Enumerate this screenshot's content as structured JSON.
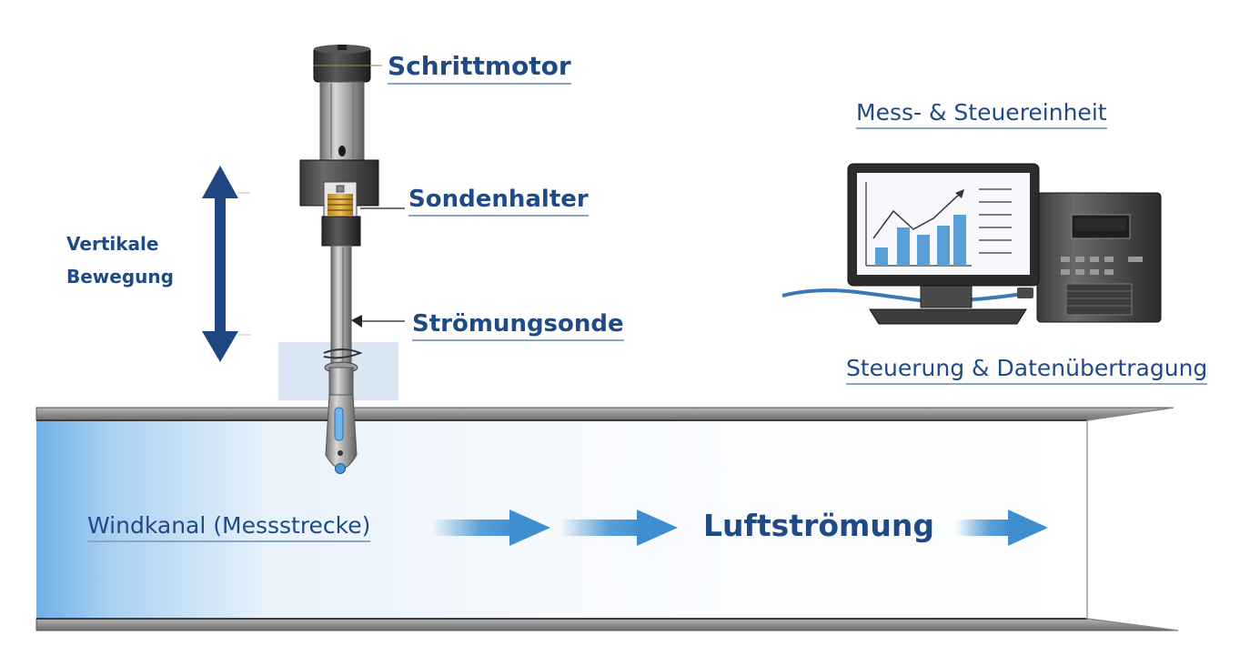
{
  "labels": {
    "stepper_motor": "Schrittmotor",
    "probe_holder": "Sondenhalter",
    "flow_probe": "Strömungsonde",
    "vertical_movement_line1": "Vertikale",
    "vertical_movement_line2": "Bewegung",
    "measure_control_unit": "Mess- & Steuereinheit",
    "control_data_transfer": "Steuerung & Datenübertragung",
    "wind_tunnel": "Windkanal (Messstrecke)",
    "airflow": "Luftströmung"
  },
  "colors": {
    "label_text": "#1f4a86",
    "arrow_navy": "#1e4682",
    "flow_arrow": "#3f8fd0",
    "tunnel_wall": "#8a8a8a",
    "tunnel_inlet_tint": "#72b2e6",
    "probe_brass": "#d9a43a",
    "cable_blue": "#3b78b8"
  },
  "icons": {
    "vertical_arrow": "double-headed-vertical-arrow-icon",
    "motor": "stepper-motor-icon",
    "holder": "probe-holder-clamp-icon",
    "probe": "flow-probe-icon",
    "computer": "desktop-computer-icon",
    "flow_arrows": "airflow-arrow-icon"
  }
}
